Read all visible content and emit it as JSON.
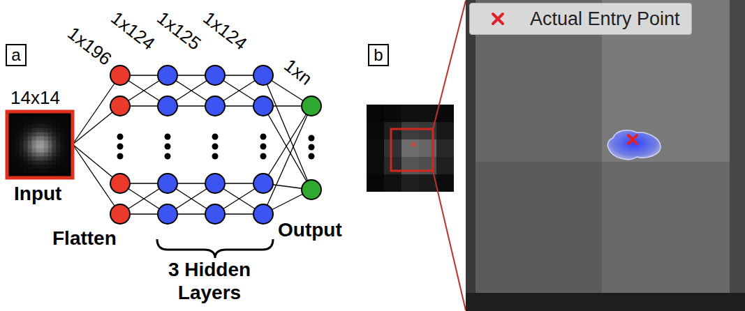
{
  "diagram": {
    "nodes": [
      {
        "text": [
          "a"
        ]
      },
      {
        "text": [
          "b"
        ]
      }
    ],
    "labels": [
      "1x196",
      "1x124",
      "1x125",
      "1x124",
      "1xn",
      "14x14",
      "Input",
      "Flatten",
      "3 Hidden Layers",
      "Output"
    ],
    "legend": [
      {
        "text": "Actual Entry Point"
      }
    ]
  }
}
